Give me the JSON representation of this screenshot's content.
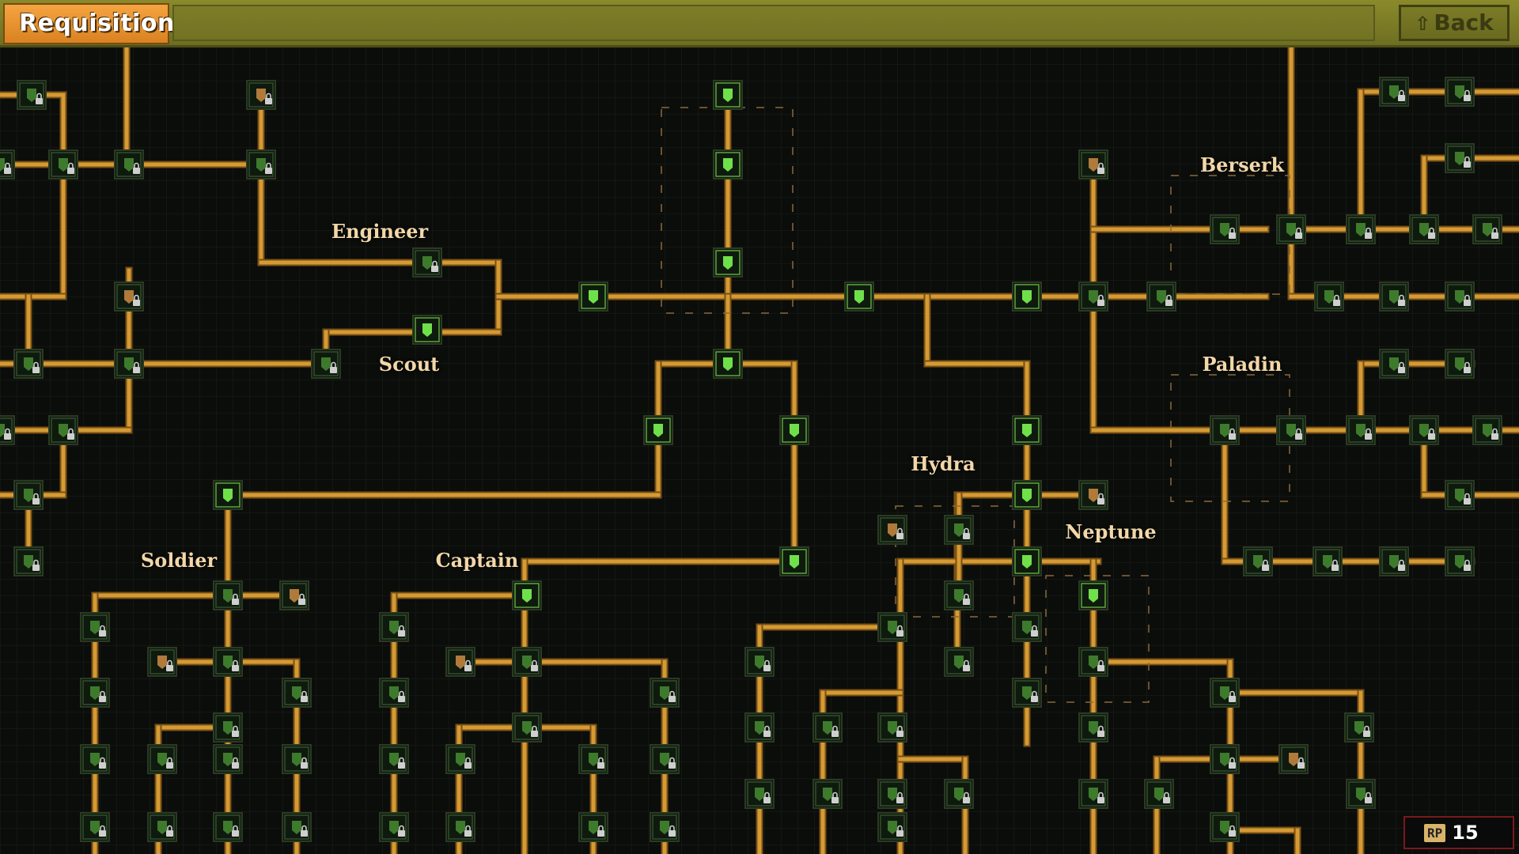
{
  "header": {
    "title": "Requisition",
    "back_label": "Back"
  },
  "classes": [
    {
      "id": "engineer",
      "label": "Engineer"
    },
    {
      "id": "scout",
      "label": "Scout"
    },
    {
      "id": "soldier",
      "label": "Soldier"
    },
    {
      "id": "captain",
      "label": "Captain"
    },
    {
      "id": "berserk",
      "label": "Berserk"
    },
    {
      "id": "paladin",
      "label": "Paladin"
    },
    {
      "id": "hydra",
      "label": "Hydra"
    },
    {
      "id": "neptune",
      "label": "Neptune"
    }
  ],
  "points": {
    "tag": "RP",
    "value": "15"
  },
  "colors": {
    "wire": "#d49a34",
    "wire_dark": "#7a5014",
    "node_unlocked": "#6fe04a",
    "node_locked": "#3e7a2c",
    "node_special": "#b07a3a",
    "grid": "#1a1e1a"
  }
}
